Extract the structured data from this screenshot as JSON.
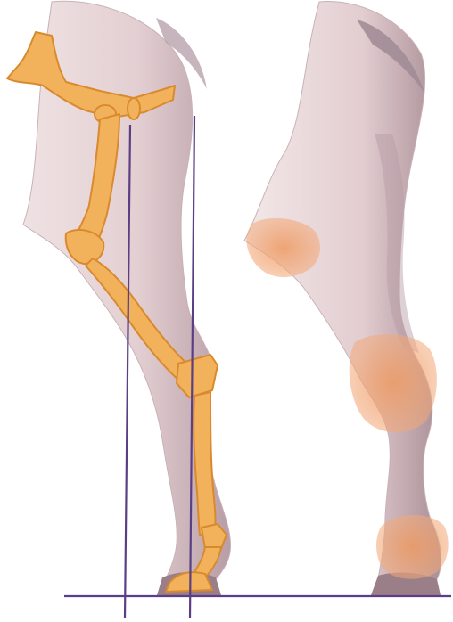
{
  "colors": {
    "background": "#ffffff",
    "skin_light": "#f3e6e6",
    "skin_mid": "#dcc3c6",
    "skin_shadow": "#a98e96",
    "bone": "#f2b25c",
    "bone_light": "#fde3b8",
    "bone_outline": "#d98a2e",
    "joint_highlight": "#f0a070",
    "guide_line": "#5b3f85"
  },
  "panels": [
    {
      "id": "left",
      "content": "leg-with-skeleton"
    },
    {
      "id": "right",
      "content": "leg-with-joint-highlights"
    }
  ],
  "highlights": [
    "stifle",
    "hock",
    "fetlock"
  ],
  "guide_lines": [
    "vertical-1",
    "vertical-2",
    "ground"
  ]
}
